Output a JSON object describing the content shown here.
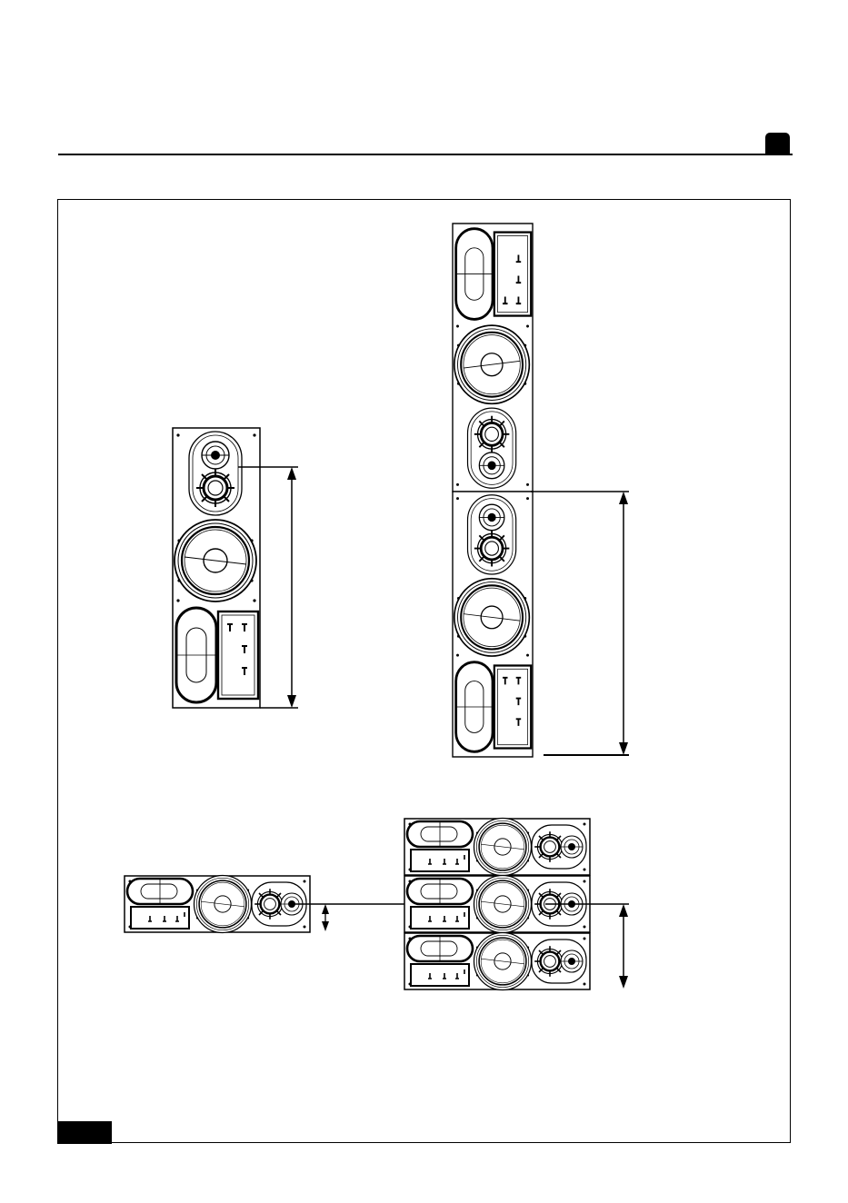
{
  "page": {
    "header_text": "",
    "footer_text": ""
  },
  "colors": {
    "ink": "#000000",
    "paper": "#ffffff"
  },
  "figures": [
    {
      "id": "single-vertical",
      "orientation": "vertical",
      "modules": 1
    },
    {
      "id": "double-vertical",
      "orientation": "vertical",
      "modules": 2
    },
    {
      "id": "single-horizontal",
      "orientation": "horizontal",
      "modules": 1
    },
    {
      "id": "triple-horizontal",
      "orientation": "horizontal",
      "modules": 3
    }
  ]
}
